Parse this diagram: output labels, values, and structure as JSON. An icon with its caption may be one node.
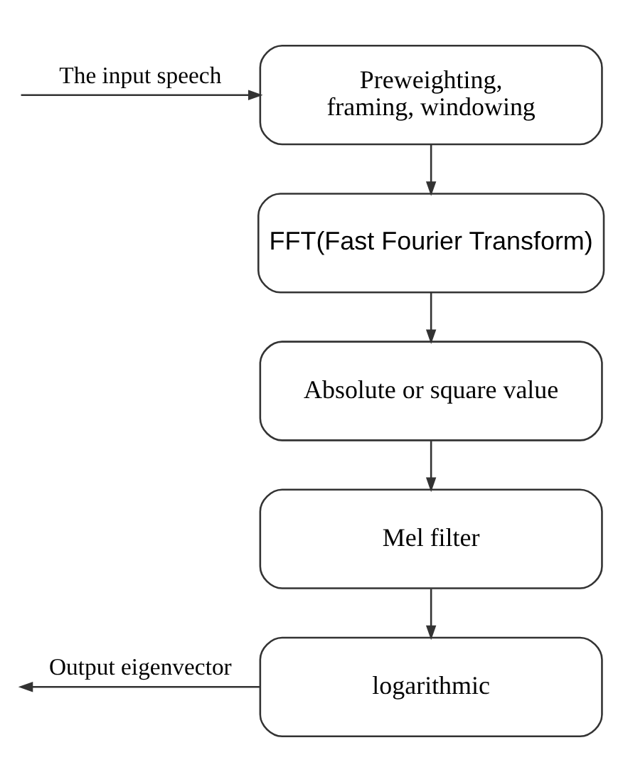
{
  "diagram": {
    "nodes": [
      {
        "text": [
          "Preweighting, framing, windowing"
        ]
      },
      {
        "text": [
          "FFT(Fast Fourier Transform)"
        ]
      },
      {
        "text": [
          "Absolute or square value"
        ]
      },
      {
        "text": [
          "Mel filter"
        ]
      },
      {
        "text": [
          "logarithmic"
        ]
      }
    ],
    "edges": [
      {
        "from": null,
        "to": 0,
        "arrow": "to",
        "label": "The input speech"
      },
      {
        "from": 0,
        "to": 1,
        "arrow": "to"
      },
      {
        "from": 1,
        "to": 2,
        "arrow": "to"
      },
      {
        "from": 2,
        "to": 3,
        "arrow": "to"
      },
      {
        "from": 3,
        "to": 4,
        "arrow": "to"
      },
      {
        "from": 4,
        "to": null,
        "arrow": "to",
        "label": "Output eigenvector"
      }
    ]
  }
}
